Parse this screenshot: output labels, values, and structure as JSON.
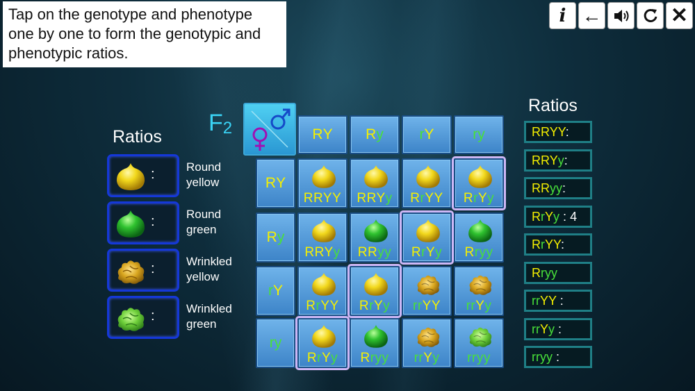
{
  "instruction": "Tap on the genotype and phenotype one by one to form the genotypic and phenotypic ratios.",
  "toolbar": {
    "info_label": "i",
    "back_label": "←",
    "sound_label": "sound",
    "reset_label": "reset",
    "close_label": "✕"
  },
  "phenotype": {
    "title": "Ratios",
    "items": [
      {
        "label_line1": "Round",
        "label_line2": "yellow",
        "colon": ":",
        "seed": "round-yellow"
      },
      {
        "label_line1": "Round",
        "label_line2": "green",
        "colon": ":",
        "seed": "round-green"
      },
      {
        "label_line1": "Wrinkled",
        "label_line2": "yellow",
        "colon": ":",
        "seed": "wrinkled-yellow"
      },
      {
        "label_line1": "Wrinkled",
        "label_line2": "green",
        "colon": ":",
        "seed": "wrinkled-green"
      }
    ]
  },
  "punnett": {
    "generation": "F",
    "generation_sub": "2",
    "column_headers": [
      "RY",
      "Ry",
      "rY",
      "ry"
    ],
    "row_headers": [
      "RY",
      "Ry",
      "rY",
      "ry"
    ],
    "cells": [
      [
        "RRYY",
        "RRYy",
        "RrYY",
        "RrYy"
      ],
      [
        "RRYy",
        "RRyy",
        "RrYy",
        "Rryy"
      ],
      [
        "RrYY",
        "RrYy",
        "rrYY",
        "rrYy"
      ],
      [
        "RrYy",
        "Rryy",
        "rrYy",
        "rryy"
      ]
    ],
    "highlighted": [
      "0-3",
      "1-2",
      "2-1",
      "3-0"
    ]
  },
  "genotype_ratios": {
    "title": "Ratios",
    "items": [
      "RRYY:",
      "RRYy:",
      "RRyy:",
      "RrYy : 4",
      "RrYY:",
      "Rryy",
      "rrYY :",
      "rrYy :",
      "rryy  :"
    ]
  },
  "colors": {
    "dominant_yellow": "#f5f000",
    "recessive_green": "#48e03a",
    "highlight": "#cdb7f5",
    "cell_blue": "#4a92d6",
    "ratio_border": "#1f7f86",
    "pheno_border": "#1538d8"
  }
}
